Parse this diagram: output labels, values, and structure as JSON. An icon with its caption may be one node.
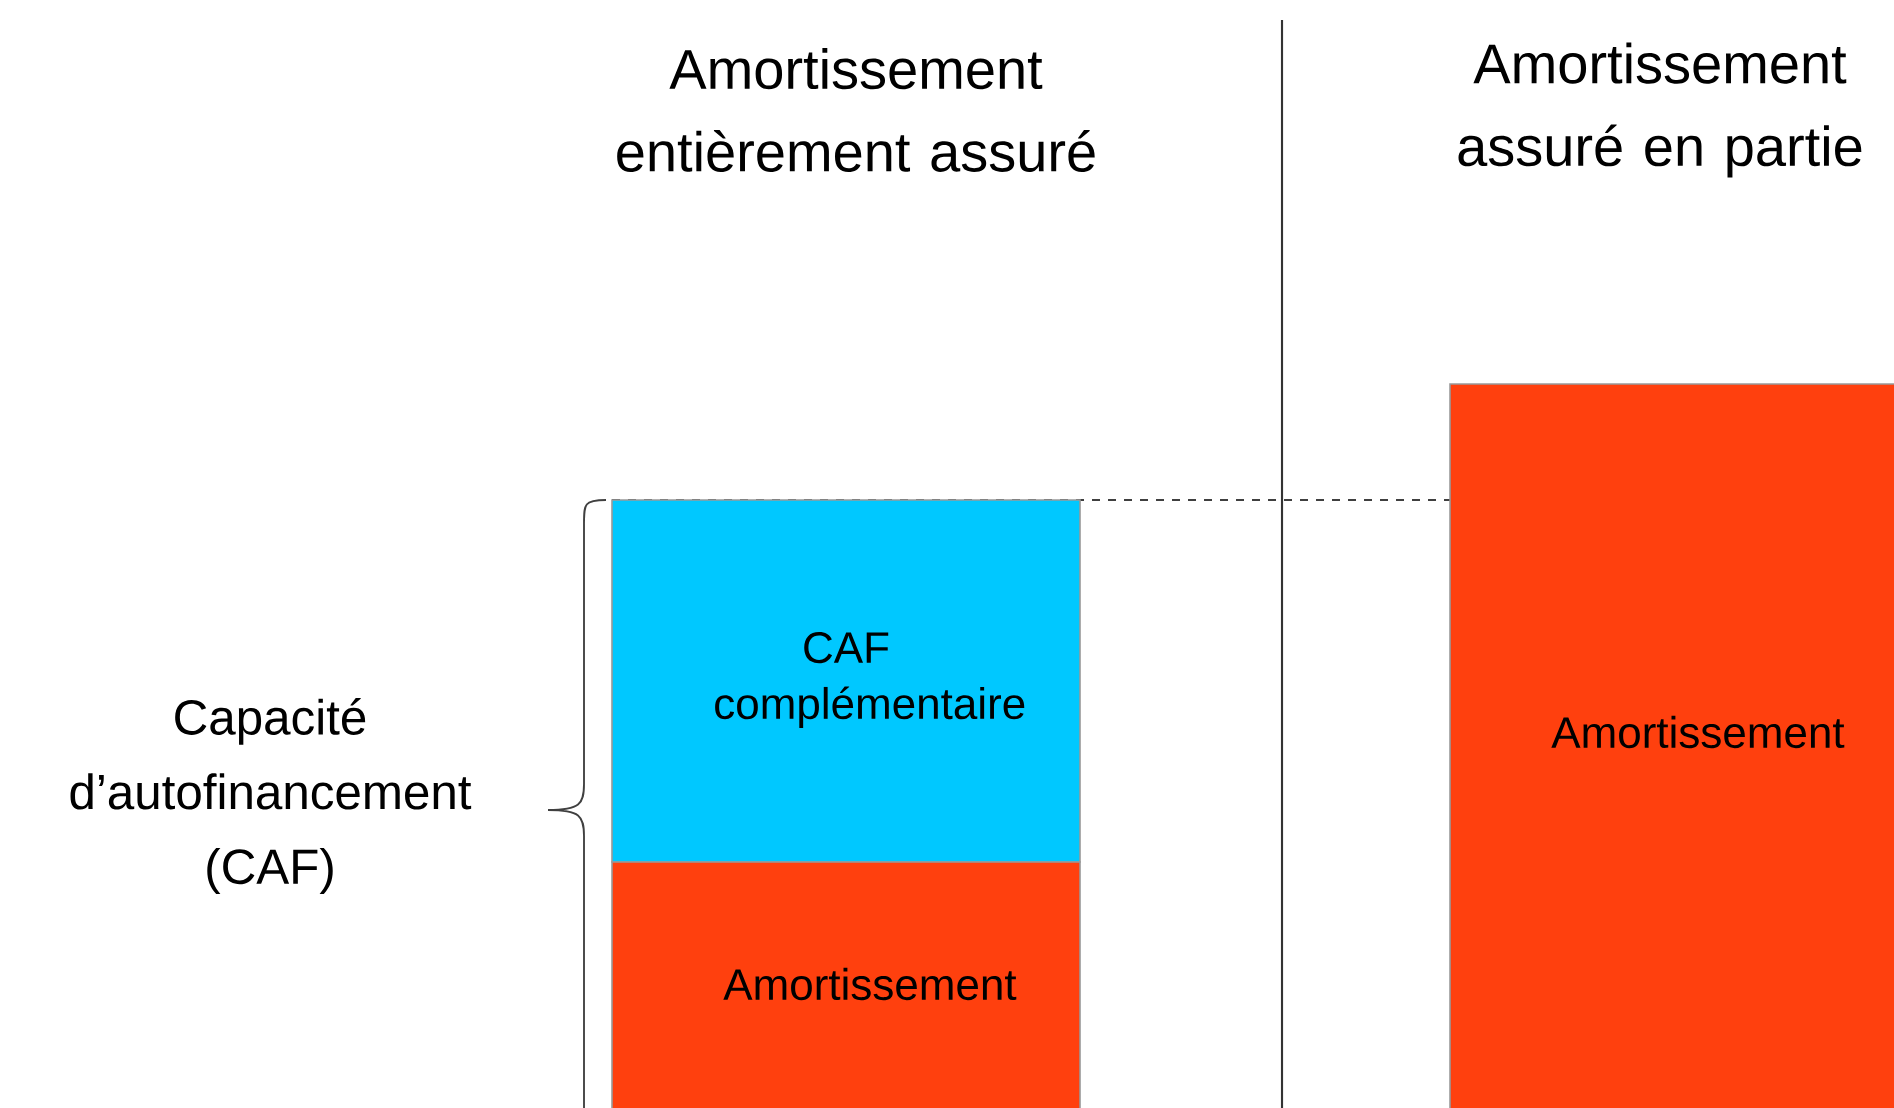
{
  "diagram": {
    "nodes": [
      {
        "text": [
          "CAF complémentaire"
        ]
      },
      {
        "text": [
          "Amortissement"
        ]
      },
      {
        "text": [
          "Amortissement"
        ]
      }
    ],
    "labels": [
      "Amortissement entièrement assuré",
      "Amortissement assuré en partie",
      "Capacité d’autofinancement (CAF)"
    ]
  }
}
